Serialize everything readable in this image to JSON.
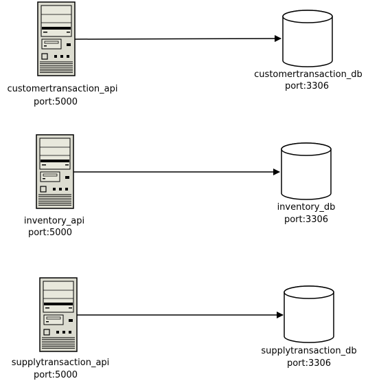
{
  "diagram": {
    "rows": [
      {
        "api": {
          "name": "customertransaction_api",
          "port": "port:5000"
        },
        "db": {
          "name": "customertransaction_db",
          "port": "port:3306"
        }
      },
      {
        "api": {
          "name": "inventory_api",
          "port": "port:5000"
        },
        "db": {
          "name": "inventory_db",
          "port": "port:3306"
        }
      },
      {
        "api": {
          "name": "supplytransaction_api",
          "port": "port:5000"
        },
        "db": {
          "name": "supplytransaction_db",
          "port": "port:3306"
        }
      }
    ]
  },
  "colors": {
    "stroke": "#000000",
    "server_body": "#dcdcd0",
    "server_panel": "#e8e8dc",
    "db_fill": "#ffffff",
    "background": "#ffffff"
  },
  "icons": {
    "server": "server-tower-icon",
    "database": "database-cylinder-icon"
  }
}
